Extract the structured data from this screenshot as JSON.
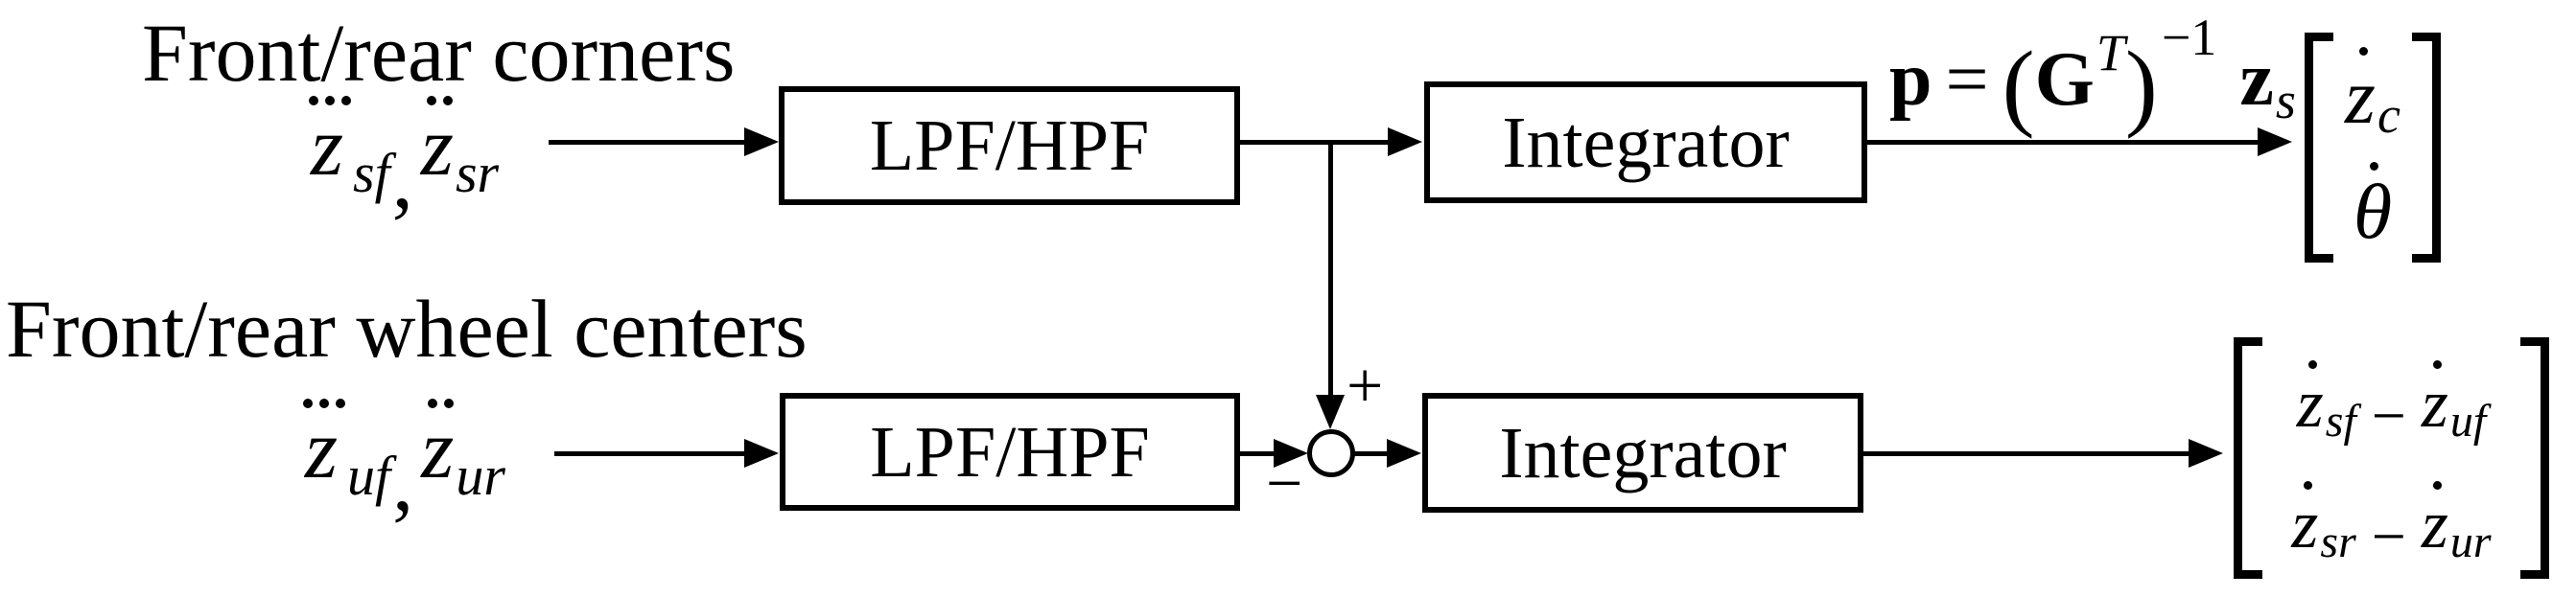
{
  "colors": {
    "ink": "#000000",
    "background": "#ffffff"
  },
  "labels": {
    "top": "Front/rear corners",
    "bottom": "Front/rear wheel centers"
  },
  "inputs": {
    "top": {
      "term1_letter": "z",
      "term1_sub": "sf",
      "term1_accent": "dddot",
      "comma": ",",
      "term2_letter": "z",
      "term2_sub": "sr",
      "term2_accent": "ddot"
    },
    "bottom": {
      "term1_letter": "z",
      "term1_sub": "uf",
      "term1_accent": "dddot",
      "comma": ",",
      "term2_letter": "z",
      "term2_sub": "ur",
      "term2_accent": "ddot"
    }
  },
  "blocks": {
    "lpf_top": "LPF/HPF",
    "integrator_top": "Integrator",
    "lpf_bottom": "LPF/HPF",
    "integrator_bottom": "Integrator"
  },
  "junction": {
    "plus": "+",
    "minus": "−"
  },
  "formula": {
    "p": "p",
    "eq": "=",
    "lparen": "(",
    "G": "G",
    "T": "T",
    "rparen": ")",
    "exp": "−1",
    "z": "z",
    "s": "s"
  },
  "output_top": {
    "row1_letter": "z",
    "row1_sub": "c",
    "row1_accent": "dot",
    "row2_letter": "θ",
    "row2_accent": "dot"
  },
  "output_bottom": {
    "row1": {
      "a_letter": "z",
      "a_sub": "sf",
      "minus": "−",
      "b_letter": "z",
      "b_sub": "uf",
      "accents": "dot"
    },
    "row2": {
      "a_letter": "z",
      "a_sub": "sr",
      "minus": "−",
      "b_letter": "z",
      "b_sub": "ur",
      "accents": "dot"
    }
  }
}
